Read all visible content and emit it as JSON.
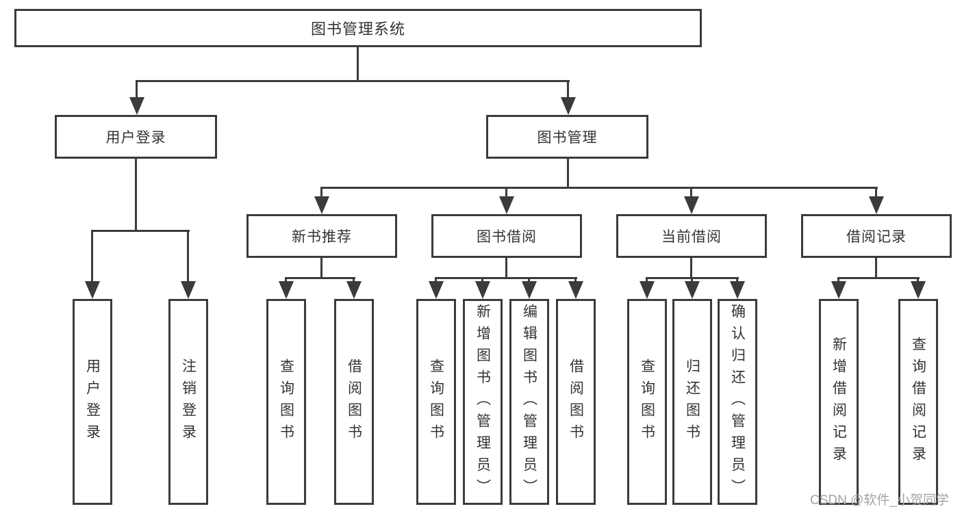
{
  "colors": {
    "line": "#3b3b3b",
    "text": "#333333",
    "background": "#ffffff",
    "watermark": "#a3a3a3"
  },
  "watermark": {
    "text": "CSDN @软件_小贺同学"
  },
  "tree": {
    "root": {
      "label": "图书管理系统"
    },
    "branches": [
      {
        "label": "用户登录",
        "leaves": [
          {
            "label": "用户登录"
          },
          {
            "label": "注销登录"
          }
        ]
      },
      {
        "label": "图书管理",
        "groups": [
          {
            "label": "新书推荐",
            "leaves": [
              {
                "label": "查询图书"
              },
              {
                "label": "借阅图书"
              }
            ]
          },
          {
            "label": "图书借阅",
            "leaves": [
              {
                "label": "查询图书"
              },
              {
                "label": "新增图书（管理员）"
              },
              {
                "label": "编辑图书（管理员）"
              },
              {
                "label": "借阅图书"
              }
            ]
          },
          {
            "label": "当前借阅",
            "leaves": [
              {
                "label": "查询图书"
              },
              {
                "label": "归还图书"
              },
              {
                "label": "确认归还（管理员）"
              }
            ]
          },
          {
            "label": "借阅记录",
            "leaves": [
              {
                "label": "新增借阅记录"
              },
              {
                "label": "查询借阅记录"
              }
            ]
          }
        ]
      }
    ]
  }
}
